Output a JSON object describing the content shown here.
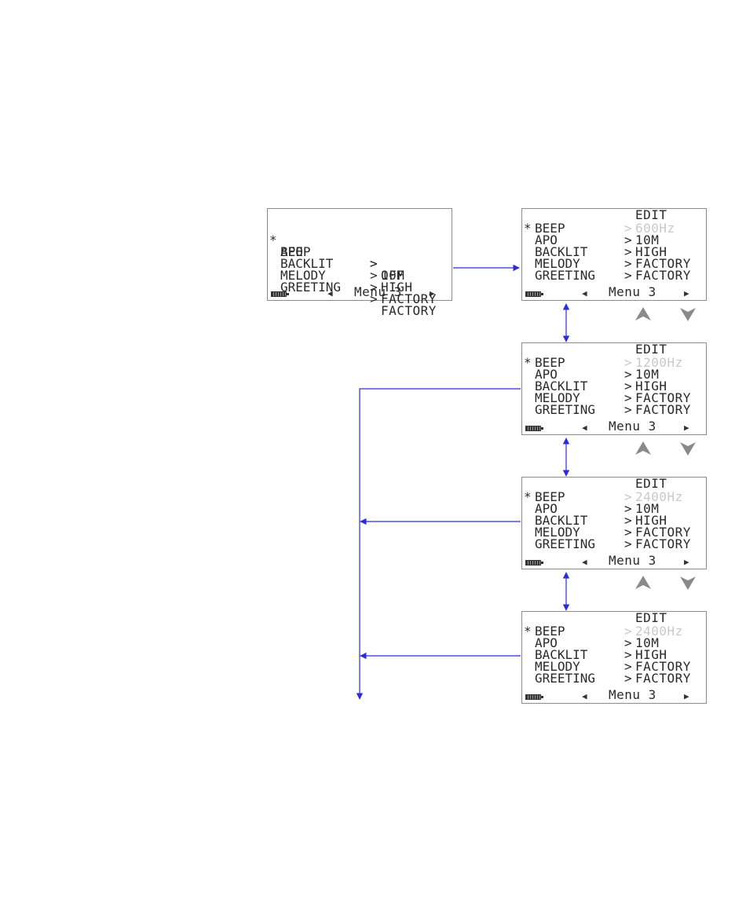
{
  "colors": {
    "connector": "#2b2bd9",
    "lcd_border": "#8c8c8c",
    "dim_value": "#c9c9c9",
    "key": "#8a8a8a"
  },
  "main_screen": {
    "rows": [
      {
        "marker": "*",
        "label": "BEEP",
        "value": "OFF"
      },
      {
        "marker": "",
        "label": "APO",
        "value": "10M"
      },
      {
        "marker": "",
        "label": "BACKLIT",
        "value": "HIGH"
      },
      {
        "marker": "",
        "label": "MELODY",
        "value": "FACTORY"
      },
      {
        "marker": "",
        "label": "GREETING",
        "value": "FACTORY"
      }
    ],
    "footer": {
      "menu": "Menu 3",
      "battery_icon": "battery-icon",
      "left_icon": "triangle-left-icon",
      "right_icon": "triangle-right-icon"
    }
  },
  "edit_screens": [
    {
      "header": "EDIT",
      "rows": [
        {
          "marker": "*",
          "label": "BEEP",
          "value": "600Hz",
          "dim": true
        },
        {
          "marker": "",
          "label": "APO",
          "value": "10M"
        },
        {
          "marker": "",
          "label": "BACKLIT",
          "value": "HIGH"
        },
        {
          "marker": "",
          "label": "MELODY",
          "value": "FACTORY"
        },
        {
          "marker": "",
          "label": "GREETING",
          "value": "FACTORY"
        }
      ],
      "footer": {
        "menu": "Menu 3"
      },
      "keys": [
        "up-triangle-icon",
        "down-triangle-icon"
      ]
    },
    {
      "header": "EDIT",
      "rows": [
        {
          "marker": "*",
          "label": "BEEP",
          "value": "1200Hz",
          "dim": true
        },
        {
          "marker": "",
          "label": "APO",
          "value": "10M"
        },
        {
          "marker": "",
          "label": "BACKLIT",
          "value": "HIGH"
        },
        {
          "marker": "",
          "label": "MELODY",
          "value": "FACTORY"
        },
        {
          "marker": "",
          "label": "GREETING",
          "value": "FACTORY"
        }
      ],
      "footer": {
        "menu": "Menu 3"
      },
      "keys": [
        "up-triangle-icon",
        "down-triangle-icon"
      ]
    },
    {
      "header": "EDIT",
      "rows": [
        {
          "marker": "*",
          "label": "BEEP",
          "value": "2400Hz",
          "dim": true
        },
        {
          "marker": "",
          "label": "APO",
          "value": "10M"
        },
        {
          "marker": "",
          "label": "BACKLIT",
          "value": "HIGH"
        },
        {
          "marker": "",
          "label": "MELODY",
          "value": "FACTORY"
        },
        {
          "marker": "",
          "label": "GREETING",
          "value": "FACTORY"
        }
      ],
      "footer": {
        "menu": "Menu 3"
      },
      "keys": [
        "up-triangle-icon",
        "down-triangle-icon"
      ]
    },
    {
      "header": "EDIT",
      "rows": [
        {
          "marker": "*",
          "label": "BEEP",
          "value": "2400Hz",
          "dim": true
        },
        {
          "marker": "",
          "label": "APO",
          "value": "10M"
        },
        {
          "marker": "",
          "label": "BACKLIT",
          "value": "HIGH"
        },
        {
          "marker": "",
          "label": "MELODY",
          "value": "FACTORY"
        },
        {
          "marker": "",
          "label": "GREETING",
          "value": "FACTORY"
        }
      ],
      "footer": {
        "menu": "Menu 3"
      },
      "keys": []
    }
  ]
}
